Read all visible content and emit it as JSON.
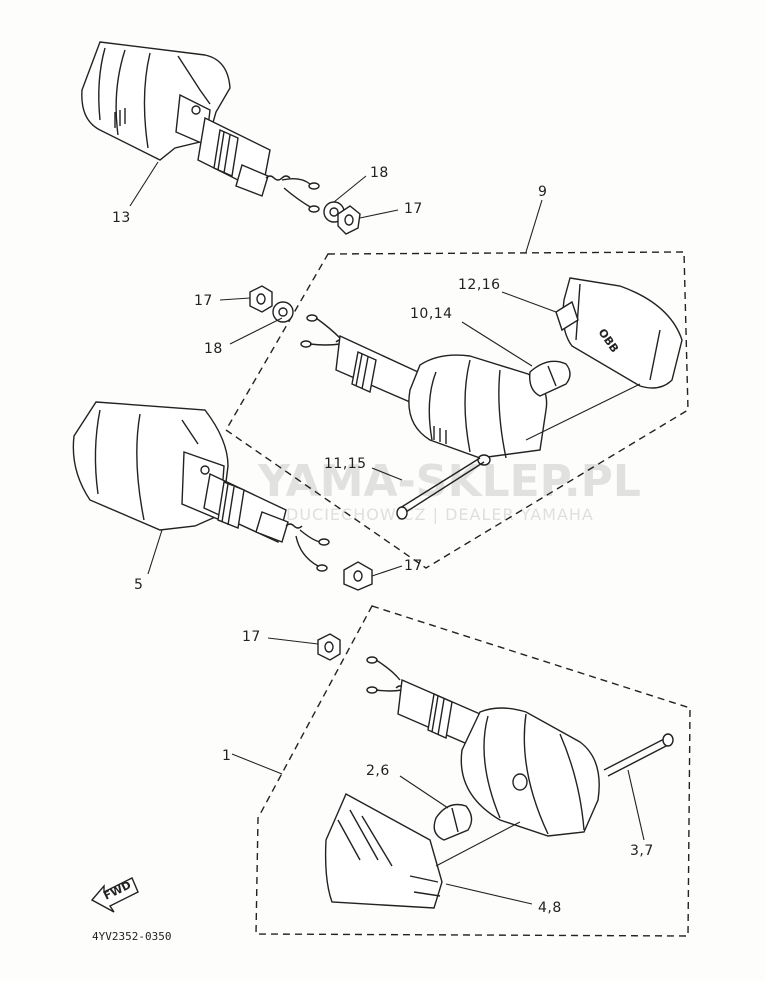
{
  "watermark": {
    "brand": "YAMA-SKLEP.PL",
    "tagline": "DUCIECHOWICZ | DEALER YAMAHA",
    "logo_color": "#e8a0a0"
  },
  "callouts": {
    "c13": "13",
    "c18_top": "18",
    "c17_top": "17",
    "c9": "9",
    "c17_mid": "17",
    "c18_mid": "18",
    "c12_16": "12,16",
    "c10_14": "10,14",
    "c11_15": "11,15",
    "c5": "5",
    "c17_low": "17",
    "c17_bottom": "17",
    "c1": "1",
    "c2_6": "2,6",
    "c3_7": "3,7",
    "c4_8": "4,8"
  },
  "lens_text": "OBB",
  "fwd_label": "FWD",
  "catalog_number": "4YV2352-0350",
  "colors": {
    "ink": "#222222",
    "paper": "#fdfdfb"
  }
}
